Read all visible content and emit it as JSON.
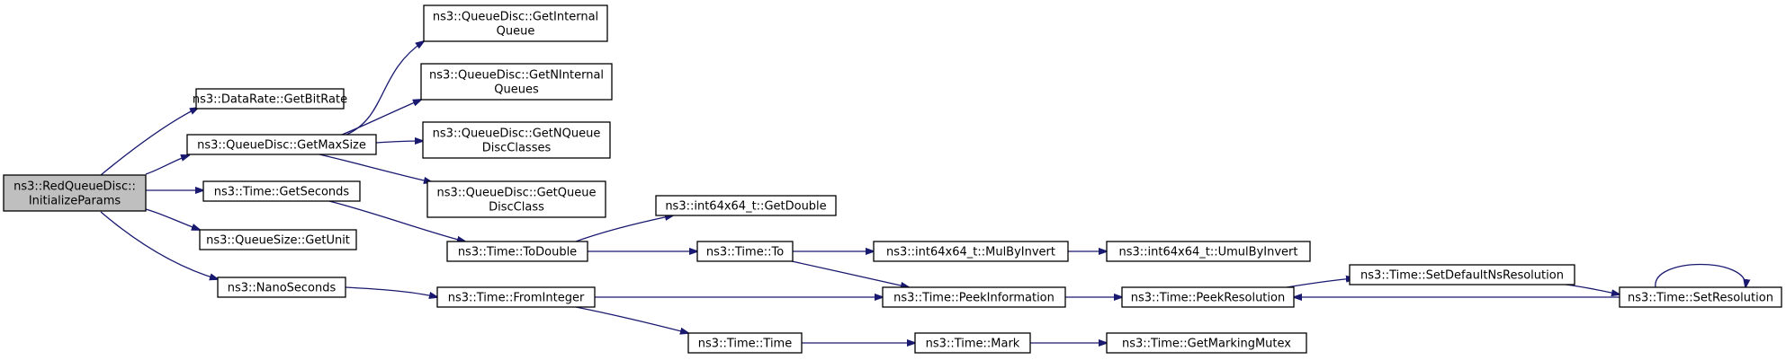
{
  "diagram": {
    "type": "call-graph",
    "nodes": [
      {
        "id": "n_root",
        "lines": [
          "ns3::RedQueueDisc::",
          "InitializeParams"
        ],
        "highlighted": true
      },
      {
        "id": "n_getbitrate",
        "lines": [
          "ns3::DataRate::GetBitRate"
        ]
      },
      {
        "id": "n_getmaxsize",
        "lines": [
          "ns3::QueueDisc::GetMaxSize"
        ]
      },
      {
        "id": "n_getseconds",
        "lines": [
          "ns3::Time::GetSeconds"
        ]
      },
      {
        "id": "n_getunit",
        "lines": [
          "ns3::QueueSize::GetUnit"
        ]
      },
      {
        "id": "n_nanoseconds",
        "lines": [
          "ns3::NanoSeconds"
        ]
      },
      {
        "id": "n_getinternalqueue",
        "lines": [
          "ns3::QueueDisc::GetInternal",
          "Queue"
        ]
      },
      {
        "id": "n_getninternalqueues",
        "lines": [
          "ns3::QueueDisc::GetNInternal",
          "Queues"
        ]
      },
      {
        "id": "n_getnqueuedisc",
        "lines": [
          "ns3::QueueDisc::GetNQueue",
          "DiscClasses"
        ]
      },
      {
        "id": "n_getqueuedisc",
        "lines": [
          "ns3::QueueDisc::GetQueue",
          "DiscClass"
        ]
      },
      {
        "id": "n_getdouble",
        "lines": [
          "ns3::int64x64_t::GetDouble"
        ]
      },
      {
        "id": "n_todouble",
        "lines": [
          "ns3::Time::ToDouble"
        ]
      },
      {
        "id": "n_fromint",
        "lines": [
          "ns3::Time::FromInteger"
        ]
      },
      {
        "id": "n_to",
        "lines": [
          "ns3::Time::To"
        ]
      },
      {
        "id": "n_time",
        "lines": [
          "ns3::Time::Time"
        ]
      },
      {
        "id": "n_mulbyinvert",
        "lines": [
          "ns3::int64x64_t::MulByInvert"
        ]
      },
      {
        "id": "n_peekinfo",
        "lines": [
          "ns3::Time::PeekInformation"
        ]
      },
      {
        "id": "n_mark",
        "lines": [
          "ns3::Time::Mark"
        ]
      },
      {
        "id": "n_umulbyinvert",
        "lines": [
          "ns3::int64x64_t::UmulByInvert"
        ]
      },
      {
        "id": "n_peekres",
        "lines": [
          "ns3::Time::PeekResolution"
        ]
      },
      {
        "id": "n_getmarkingmutex",
        "lines": [
          "ns3::Time::GetMarkingMutex"
        ]
      },
      {
        "id": "n_setdefault",
        "lines": [
          "ns3::Time::SetDefaultNsResolution"
        ]
      },
      {
        "id": "n_setres",
        "lines": [
          "ns3::Time::SetResolution"
        ]
      }
    ],
    "edges": [
      [
        "n_root",
        "n_getbitrate"
      ],
      [
        "n_root",
        "n_getmaxsize"
      ],
      [
        "n_root",
        "n_getseconds"
      ],
      [
        "n_root",
        "n_getunit"
      ],
      [
        "n_root",
        "n_nanoseconds"
      ],
      [
        "n_getmaxsize",
        "n_getinternalqueue"
      ],
      [
        "n_getmaxsize",
        "n_getninternalqueues"
      ],
      [
        "n_getmaxsize",
        "n_getnqueuedisc"
      ],
      [
        "n_getmaxsize",
        "n_getqueuedisc"
      ],
      [
        "n_getseconds",
        "n_todouble"
      ],
      [
        "n_todouble",
        "n_getdouble"
      ],
      [
        "n_todouble",
        "n_to"
      ],
      [
        "n_to",
        "n_mulbyinvert"
      ],
      [
        "n_to",
        "n_peekinfo"
      ],
      [
        "n_mulbyinvert",
        "n_umulbyinvert"
      ],
      [
        "n_nanoseconds",
        "n_fromint"
      ],
      [
        "n_fromint",
        "n_peekinfo"
      ],
      [
        "n_fromint",
        "n_time"
      ],
      [
        "n_time",
        "n_mark"
      ],
      [
        "n_mark",
        "n_getmarkingmutex"
      ],
      [
        "n_peekinfo",
        "n_peekres"
      ],
      [
        "n_peekres",
        "n_setdefault"
      ],
      [
        "n_setdefault",
        "n_setres"
      ],
      [
        "n_setres",
        "n_peekres"
      ],
      [
        "n_setres",
        "n_setres"
      ]
    ]
  }
}
